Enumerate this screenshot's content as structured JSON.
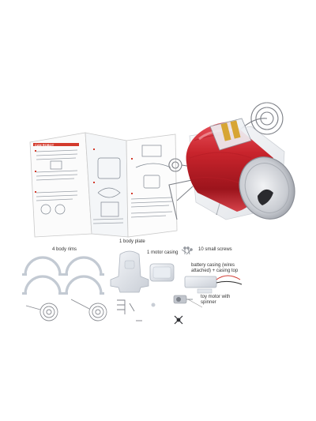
{
  "parts": {
    "rims": "4 body rims",
    "plate": "1 body plate",
    "casing": "1 motor casing",
    "screws": "10 small screws",
    "battery": "battery casing (wires attached) + casing top",
    "motor": "toy motor with spinner"
  },
  "booklet": {
    "heading": "CAN ROBOT"
  },
  "colors": {
    "can_red": "#c8242c",
    "metal": "#b9bcc2",
    "booklet_accent": "#d33a2c",
    "background": "#ffffff"
  }
}
